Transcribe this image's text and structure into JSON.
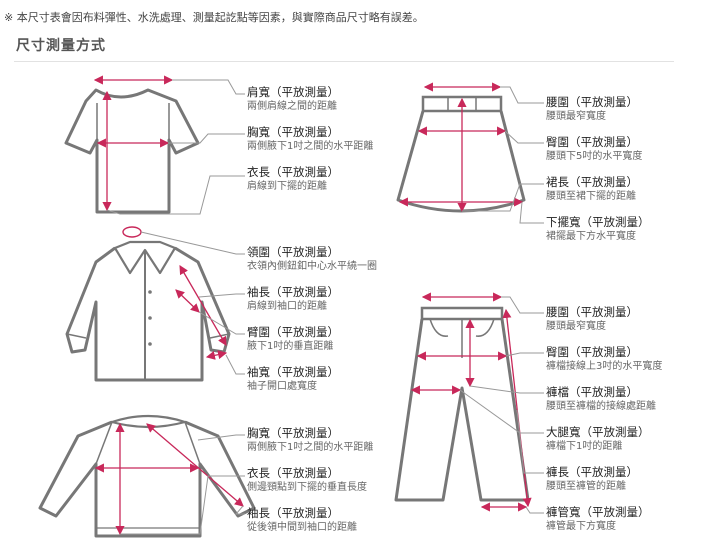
{
  "notice": "※ 本尺寸表會因布料彈性、水洗處理、測量起訖點等因素，與實際商品尺寸略有誤差。",
  "section_title": "尺寸測量方式",
  "colors": {
    "measure": "#c8285a",
    "garment": "#777777",
    "leader": "#999999"
  },
  "labels": {
    "tshirt_shoulder": {
      "title": "肩寬（平放測量）",
      "desc": "兩側肩線之間的距離"
    },
    "tshirt_chest": {
      "title": "胸寬（平放測量）",
      "desc": "兩側腋下1吋之間的水平距離"
    },
    "tshirt_length": {
      "title": "衣長（平放測量）",
      "desc": "肩線到下擺的距離"
    },
    "shirt_collar": {
      "title": "領圍（平放測量）",
      "desc": "衣領內側鈕釦中心水平繞一圈"
    },
    "shirt_sleeve": {
      "title": "袖長（平放測量）",
      "desc": "肩線到袖口的距離"
    },
    "shirt_bicep": {
      "title": "臂圍（平放測量）",
      "desc": "腋下1吋的垂直距離"
    },
    "shirt_cuff": {
      "title": "袖寬（平放測量）",
      "desc": "袖子開口處寬度"
    },
    "raglan_chest": {
      "title": "胸寬（平放測量）",
      "desc": "兩側腋下1吋之間的水平距離"
    },
    "raglan_length": {
      "title": "衣長（平放測量）",
      "desc": "側邊頸點到下擺的垂直長度"
    },
    "raglan_sleeve": {
      "title": "袖長（平放測量）",
      "desc": "從後領中間到袖口的距離"
    },
    "skirt_waist": {
      "title": "腰圍（平放測量）",
      "desc": "腰頭最窄寬度"
    },
    "skirt_hip": {
      "title": "臀圍（平放測量）",
      "desc": "腰頭下5吋的水平寬度"
    },
    "skirt_length": {
      "title": "裙長（平放測量）",
      "desc": "腰頭至裙下擺的距離"
    },
    "skirt_hem": {
      "title": "下擺寬（平放測量）",
      "desc": "裙擺最下方水平寬度"
    },
    "pants_waist": {
      "title": "腰圍（平放測量）",
      "desc": "腰頭最窄寬度"
    },
    "pants_hip": {
      "title": "臀圍（平放測量）",
      "desc": "褲檔接線上3吋的水平寬度"
    },
    "pants_rise": {
      "title": "褲檔（平放測量）",
      "desc": "腰頭至褲檔的接線處距離"
    },
    "pants_thigh": {
      "title": "大腿寬（平放測量）",
      "desc": "褲檔下1吋的距離"
    },
    "pants_length": {
      "title": "褲長（平放測量）",
      "desc": "腰頭至褲管的距離"
    },
    "pants_hem": {
      "title": "褲管寬（平放測量）",
      "desc": "褲管最下方寬度"
    }
  }
}
